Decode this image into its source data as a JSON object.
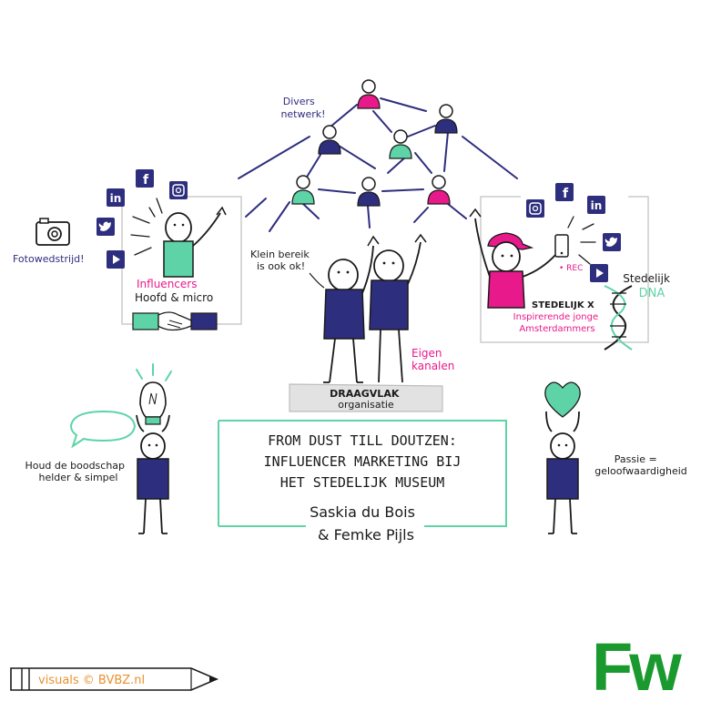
{
  "network": {
    "label_line1": "Divers",
    "label_line2": "netwerk!"
  },
  "influencers": {
    "title": "Influencers",
    "subtitle": "Hoofd & micro",
    "photo_contest": "Fotowedstrijd!"
  },
  "stedelijk_panel": {
    "rec_label": "• REC",
    "dna_line1": "Stedelijk",
    "dna_line2": "DNA",
    "collab_line1": "STEDELIJK X",
    "collab_line2": "Inspirerende jonge",
    "collab_line3": "Amsterdammers"
  },
  "center": {
    "small_reach_line1": "Klein bereik",
    "small_reach_line2": "is ook ok!",
    "own_channels_line1": "Eigen",
    "own_channels_line2": "kanalen",
    "podium_line1": "DRAAGVLAK",
    "podium_line2": "organisatie"
  },
  "title_box": {
    "line1": "FROM DUST TILL DOUTZEN:",
    "line2": "INFLUENCER MARKETING BIJ",
    "line3": "HET STEDELIJK MUSEUM",
    "author1": "Saskia du Bois",
    "author2": "& Femke Pijls"
  },
  "left_message": {
    "line1": "Houd de boodschap",
    "line2": "helder & simpel"
  },
  "right_message": {
    "line1": "Passie =",
    "line2": "geloofwaardigheid"
  },
  "credit": {
    "text": "visuals © BVBZ.nl"
  },
  "logo": {
    "text": "Fw"
  },
  "colors": {
    "navy": "#2e2e7e",
    "pink": "#e8198b",
    "mint": "#5fd3a8",
    "green_logo": "#1a9a2e",
    "ink": "#1a1a1a",
    "gray": "#bdbdbd",
    "orange": "#e8912f"
  }
}
